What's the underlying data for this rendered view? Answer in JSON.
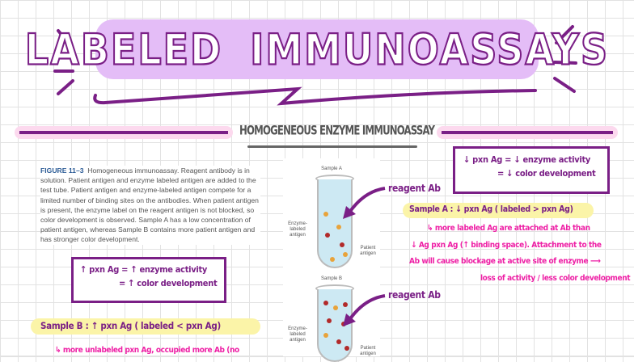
{
  "title": {
    "word1": "LABELED",
    "word2": "IMMUNOASSAYS"
  },
  "section_header": "HOMOGENEOUS ENZYME IMMUNOASSAY",
  "figure": {
    "label": "FIGURE 11–3",
    "caption": "Homogeneous immunoassay. Reagent antibody is in solution. Patient antigen and enzyme labeled antigen are added to the test tube. Patient antigen and enzyme-labeled antigen compete for a limited number of binding sites on the antibodies. When patient antigen is present, the enzyme label on the reagent antigen is not blocked, so color development is observed. Sample A has a low concentration of patient antigen, whereas Sample B contains more patient antigen and has stronger color development.",
    "sample_a": "Sample A",
    "sample_b": "Sample B",
    "enzyme_label": "Enzyme-labeled antigen",
    "patient_label": "Patient antigen"
  },
  "annotations": {
    "reagent_ab_1": "reagent Ab",
    "reagent_ab_2": "reagent Ab",
    "box_left": {
      "line1": "↑ pxn Ag = ↑ enzyme activity",
      "line2": "= ↑ color development"
    },
    "box_right": {
      "line1": "↓ pxn Ag = ↓ enzyme activity",
      "line2": "= ↓ color development"
    },
    "sample_b_heading": "Sample B :  ↑ pxn Ag  ( labeled < pxn Ag)",
    "sample_b_note": "↳ more unlabeled pxn Ag, occupied more Ab (no",
    "sample_a_heading": "Sample A : ↓ pxn Ag  ( labeled > pxn Ag)",
    "sample_a_notes": [
      "↳ more labeled Ag are attached at Ab than",
      "↓ Ag pxn Ag (↑ binding space). Attachment to the",
      "Ab will cause blockage at active site of enzyme  ⟶",
      "loss of activity / less color development"
    ]
  },
  "colors": {
    "purple": "#7a1f86",
    "lavender": "#e4bdf7",
    "pink": "#ee1fa5",
    "highlight": "#fbf4a8",
    "band": "#fcd9ee"
  }
}
